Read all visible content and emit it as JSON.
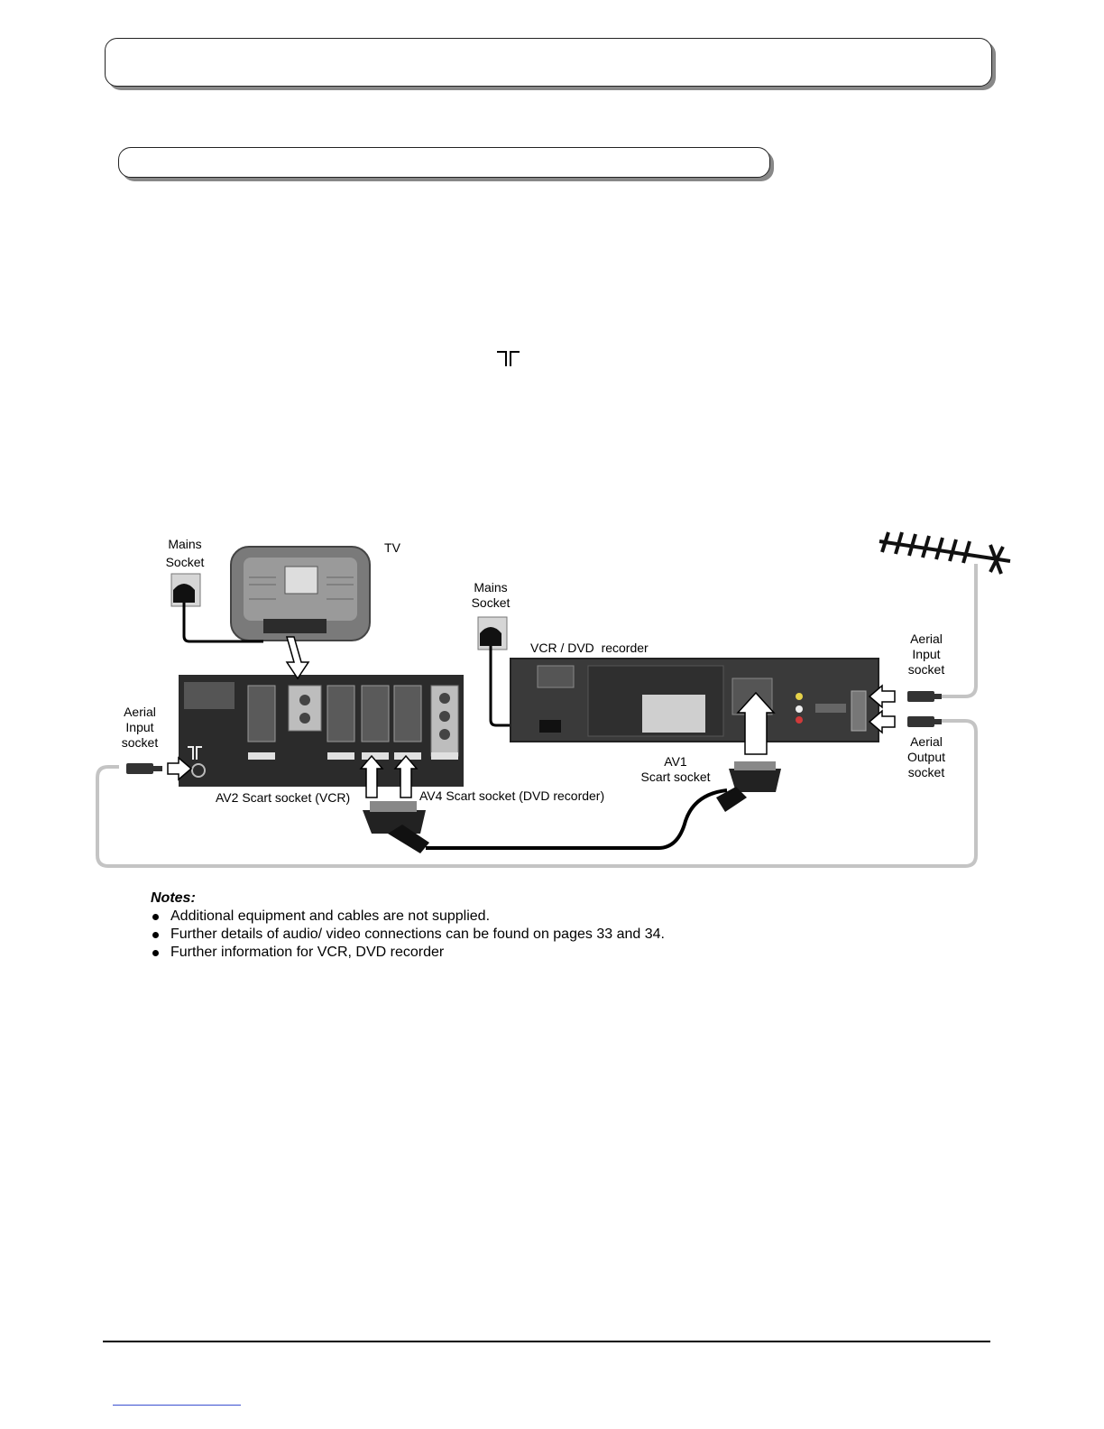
{
  "symbols": {
    "aerial_symbol": "aerial-symbol"
  },
  "diagram": {
    "labels": {
      "mains_socket_tv": "Mains\nSocket",
      "tv": "TV",
      "mains_socket_vcr": "Mains\nSocket",
      "vcr_dvd_recorder": "VCR / DVD  recorder",
      "aerial_input_vcr": "Aerial\nInput\nsocket",
      "aerial_input_tv": "Aerial\nInput\nsocket",
      "av1_scart": "AV1\nScart socket",
      "aerial_output": "Aerial\nOutput\nsocket",
      "av2_scart": "AV2 Scart socket (VCR)",
      "av4_scart": "AV4 Scart socket (DVD recorder)"
    }
  },
  "notes": {
    "heading": "Notes:",
    "items": [
      "Additional equipment and cables are not supplied.",
      "Further details of audio/ video connections can be found on pages 33 and 34.",
      "Further information for VCR, DVD recorder"
    ]
  }
}
